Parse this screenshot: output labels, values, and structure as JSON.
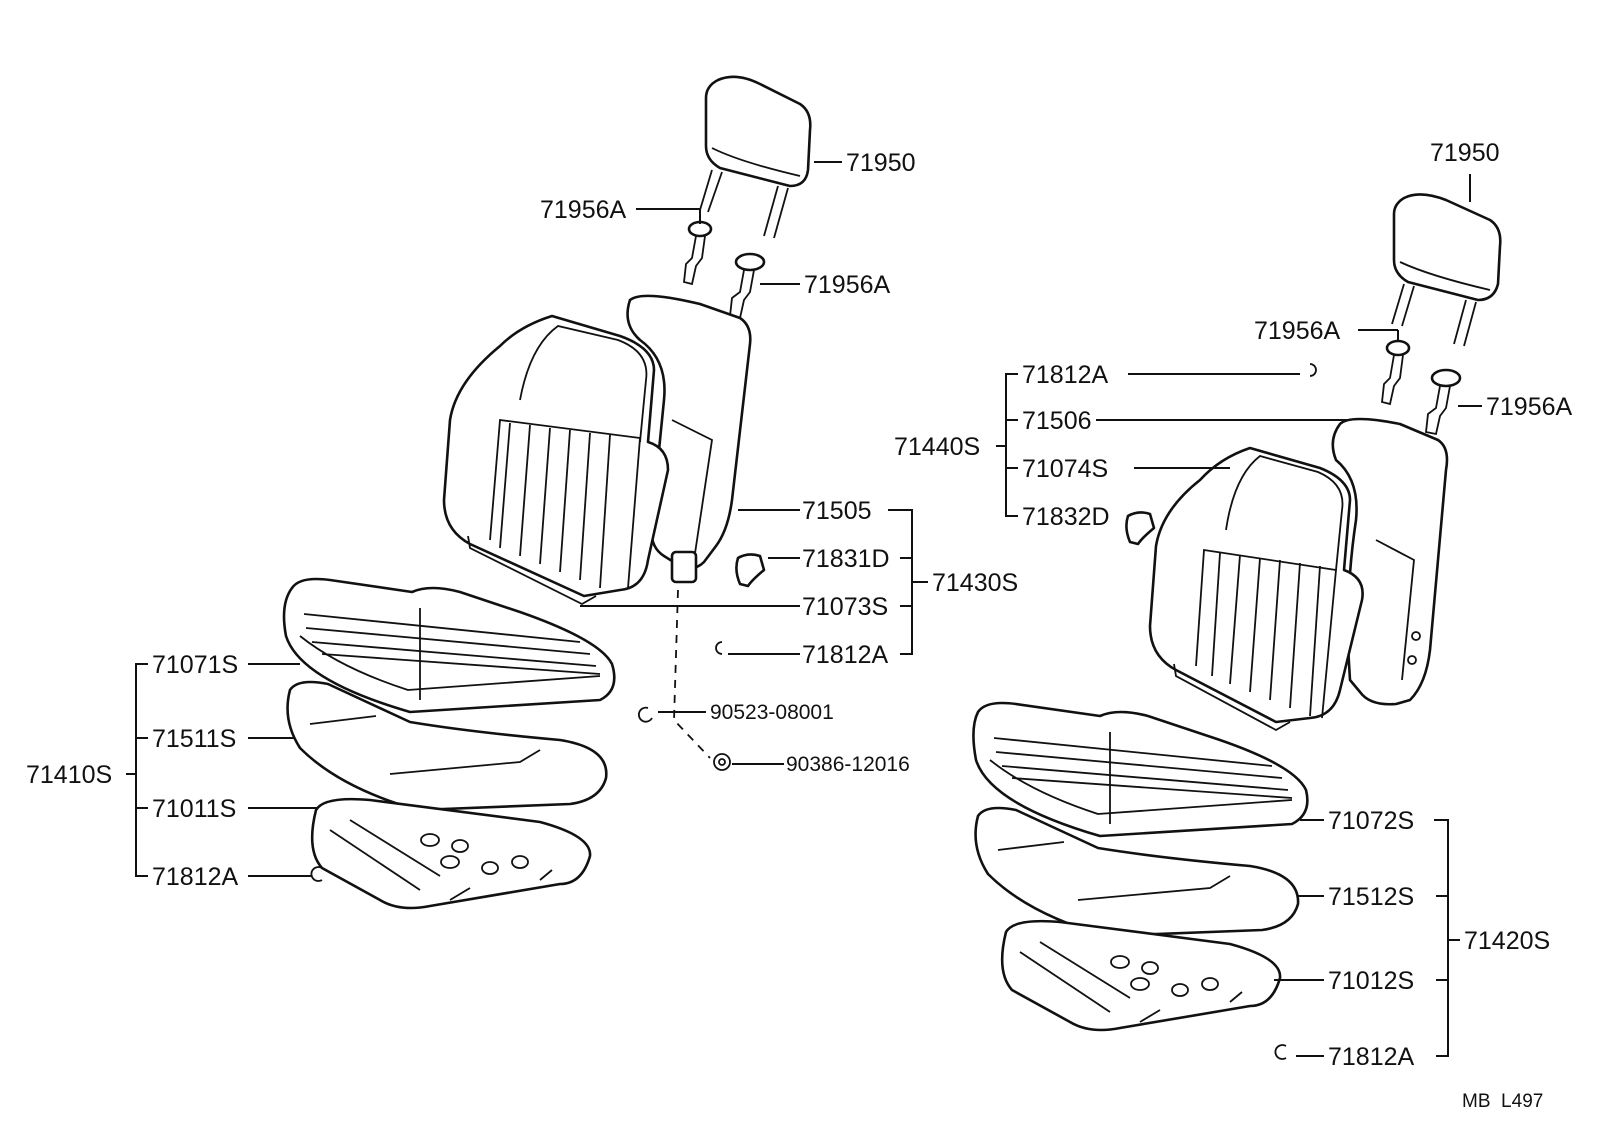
{
  "labels": {
    "headrest_left": "71950",
    "support_left_top": "71956A",
    "support_left_bottom": "71956A",
    "back_frame_left": "71505",
    "bracket_left": "71831D",
    "back_assembly_left": "71430S",
    "back_cover_left": "71073S",
    "hog_ring_left_back": "71812A",
    "clip_left": "90523-08001",
    "bolt_left": "90386-12016",
    "cushion_cover_left": "71071S",
    "cushion_pad_left": "71511S",
    "cushion_assembly_left": "71410S",
    "cushion_frame_left": "71011S",
    "hog_ring_left_cushion": "71812A",
    "headrest_right": "71950",
    "support_right_top": "71956A",
    "support_right_bottom": "71956A",
    "hog_ring_right_back": "71812A",
    "back_frame_right": "71506",
    "back_assembly_right": "71440S",
    "back_cover_right": "71074S",
    "bracket_right": "71832D",
    "cushion_cover_right": "71072S",
    "cushion_pad_right": "71512S",
    "cushion_assembly_right": "71420S",
    "cushion_frame_right": "71012S",
    "hog_ring_right_cushion": "71812A",
    "figure_code": "MB  L497"
  }
}
